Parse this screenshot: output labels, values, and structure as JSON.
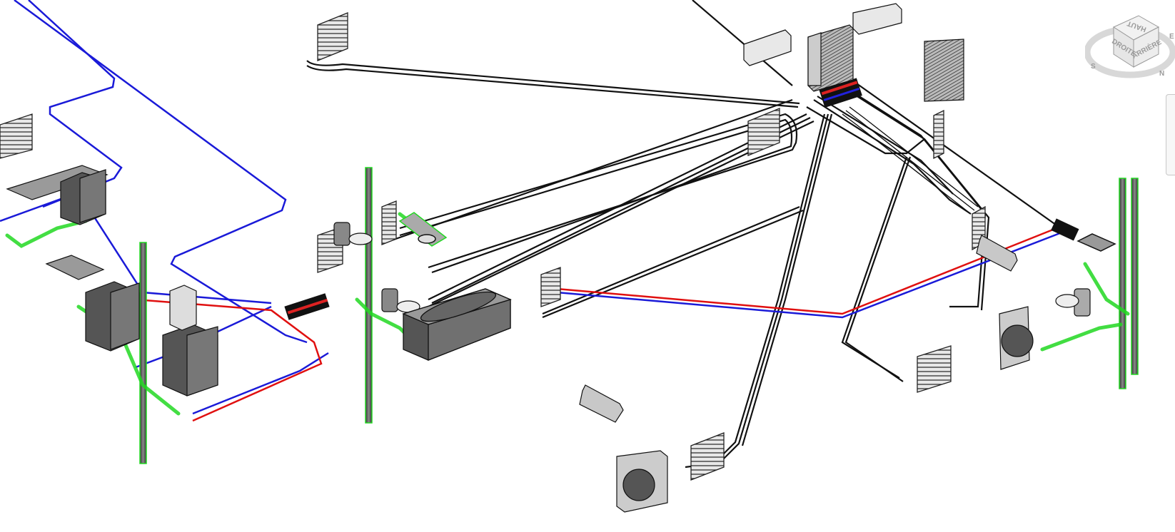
{
  "view": {
    "type": "3D MEP plumbing and HVAC view",
    "pipe_colors": {
      "hot_water": "#e01010",
      "cold_water": "#1a1ad8",
      "drainage": "#22d822",
      "refrigerant": "#111111",
      "equipment_fill": "#6e6e6e"
    }
  },
  "viewcube": {
    "top_label": "HAUT",
    "left_label": "DROITE",
    "right_label": "ARRIÈRE",
    "compass": {
      "south": "S",
      "east": "E",
      "north": "N"
    }
  },
  "navigation_bar": {
    "icon": "navigation-bar-icon"
  }
}
